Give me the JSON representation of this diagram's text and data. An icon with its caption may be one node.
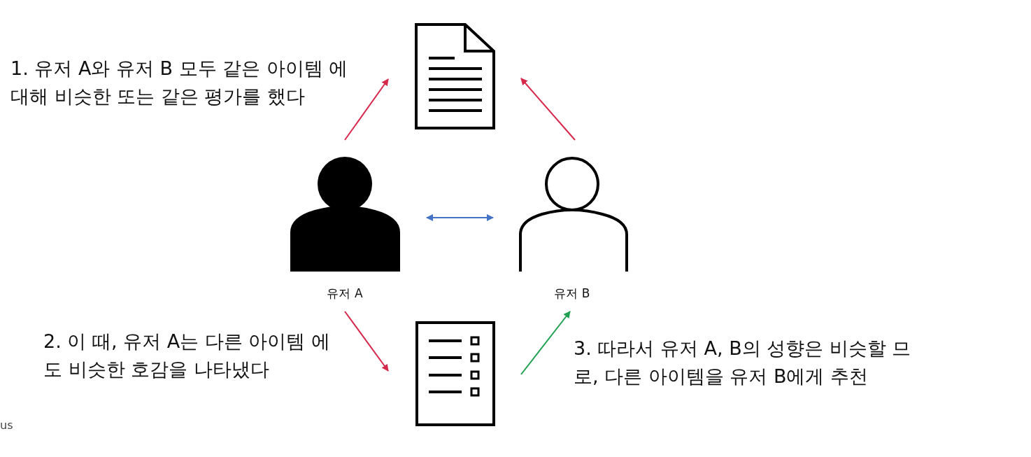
{
  "diagram": {
    "nodes": [
      {
        "text": [],
        "shape": "picture"
      },
      {
        "text": [
          "유저 A"
        ]
      },
      {
        "text": [
          "유저 B"
        ]
      },
      {
        "text": [],
        "shape": "picture"
      }
    ],
    "edges": [
      {
        "from": 1,
        "to": 0,
        "arrow": "to"
      },
      {
        "from": 2,
        "to": 0,
        "arrow": "to"
      },
      {
        "from": 1,
        "to": 2,
        "arrow": "both",
        "color": "#4472c4"
      },
      {
        "from": 1,
        "to": 3,
        "arrow": "to"
      },
      {
        "from": 3,
        "to": 2,
        "arrow": "to",
        "color": "#22a052"
      }
    ],
    "labels": [
      "1. 유저 A와 유저 B 모두 같은 아이템 에 대해 비슷한 또는 같은 평가를 했다",
      "2. 이 때, 유저 A는 다른 아이템 에도 비슷한 호감을 나타냈다",
      "3. 따라서 유저 A, B의 성향은 비슷할 므로, 다른 아이템을 유저 B에게 추천",
      "us"
    ]
  }
}
